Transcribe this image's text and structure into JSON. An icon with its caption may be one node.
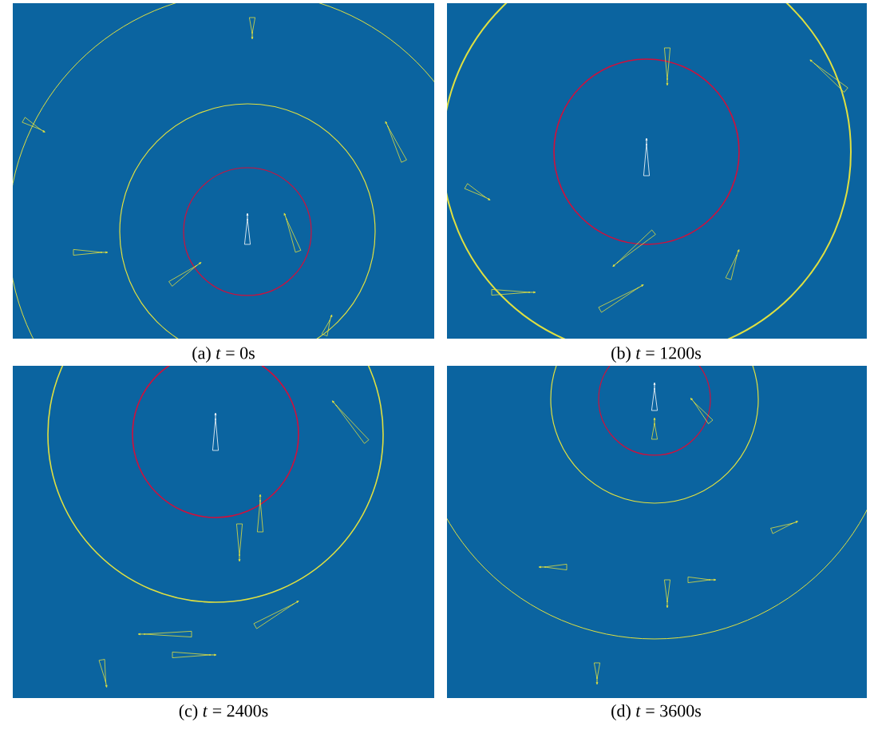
{
  "diagram": {
    "labels": [
      "(a) *t* = 0s",
      "(b) *t* = 1200s",
      "(c) *t* = 2400s",
      "(d) *t* = 3600s"
    ]
  }
}
